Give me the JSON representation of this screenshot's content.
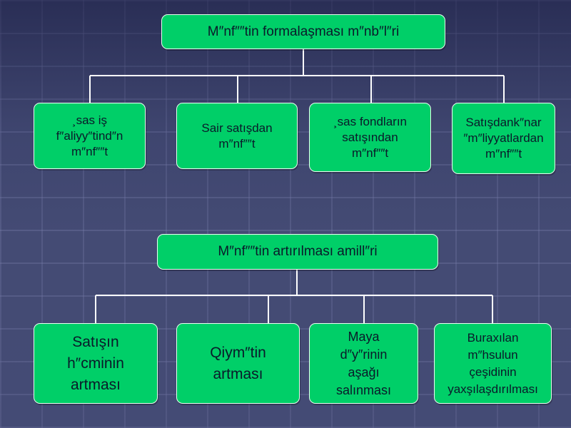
{
  "diagram1": {
    "root": "M″nf″″tin formalaşması m″nb″l″ri",
    "children": [
      "¸sas iş\nf″aliyy″tind″n\nm″nf″″t",
      "Sair satışdan\nm″nf″″t",
      "¸sas fondların\nsatışından\nm″nf″″t",
      "Satışdank″nar\n″m″liyyatlardan\nm″nf″″t"
    ]
  },
  "diagram2": {
    "root": "M″nf″″tin artırılması amill″ri",
    "children": [
      "Satışın\nh″cminin\nartması",
      "Qiym″tin\nartması",
      "Maya\nd″y″rinin\naşağı\nsalınması",
      "Buraxılan\nm″hsulun\nçeşidinin\nyaxşılaşdırılması"
    ]
  },
  "colors": {
    "box": "#00cf68",
    "background": "#444b74",
    "connector": "#ffffff"
  }
}
